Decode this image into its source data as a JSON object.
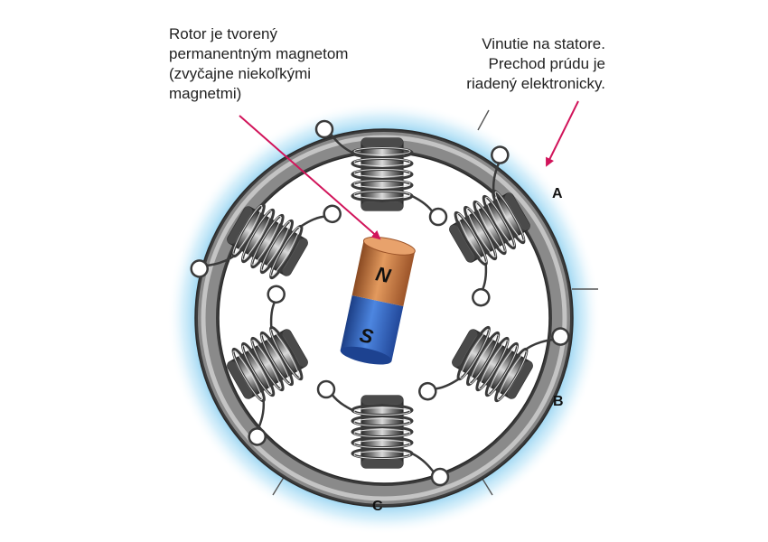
{
  "annotations": {
    "rotor": {
      "lines": [
        "Rotor je tvorený",
        "permanentným magnetom",
        "(zvyčajne niekoľkými",
        "magnetmi)"
      ]
    },
    "stator": {
      "lines": [
        "Vinutie na statore.",
        "Prechod prúdu je",
        "riadený elektronicky."
      ]
    }
  },
  "phases": {
    "a": "A",
    "b": "B",
    "c": "C"
  },
  "magnet": {
    "north_label": "N",
    "south_label": "S",
    "north_color": "#c9723a",
    "south_color": "#2e64c4"
  },
  "colors": {
    "arrow": "#d1145a",
    "glow": "#8fd0f0",
    "ring": "#707070"
  },
  "icons": {
    "coil": "stator-coil-icon",
    "magnet": "bar-magnet-icon",
    "arrow": "arrow-icon"
  }
}
